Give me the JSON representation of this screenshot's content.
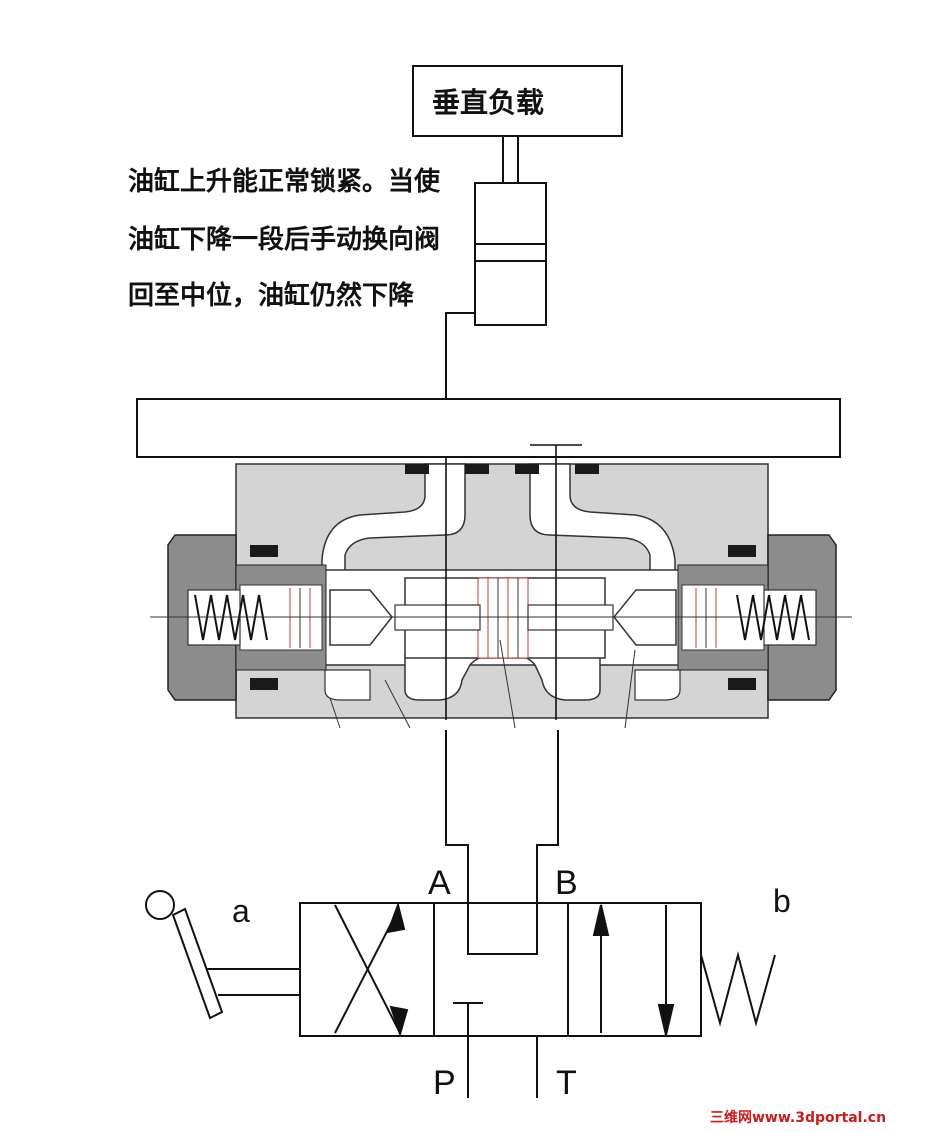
{
  "load_box": {
    "label": "垂直负载"
  },
  "note": {
    "lines": [
      "油缸上升能正常锁紧。当使",
      "油缸下降一段后手动换向阀",
      "回至中位，油缸仍然下降"
    ]
  },
  "ports": {
    "a": "A",
    "b": "B",
    "p": "P",
    "t": "T"
  },
  "sides": {
    "left": "a",
    "right": "b"
  },
  "watermark": "三维网www.3dportal.cn",
  "colors": {
    "line": "#111111",
    "body_fill": "#d4d4d4",
    "body_dark": "#8c8c8c",
    "seal": "#1a1a1a",
    "red_hatch": "#c23b3b",
    "watermark": "#cc1a1a"
  },
  "icons": {
    "handle": "manual-lever-icon",
    "spring": "spring-icon"
  }
}
